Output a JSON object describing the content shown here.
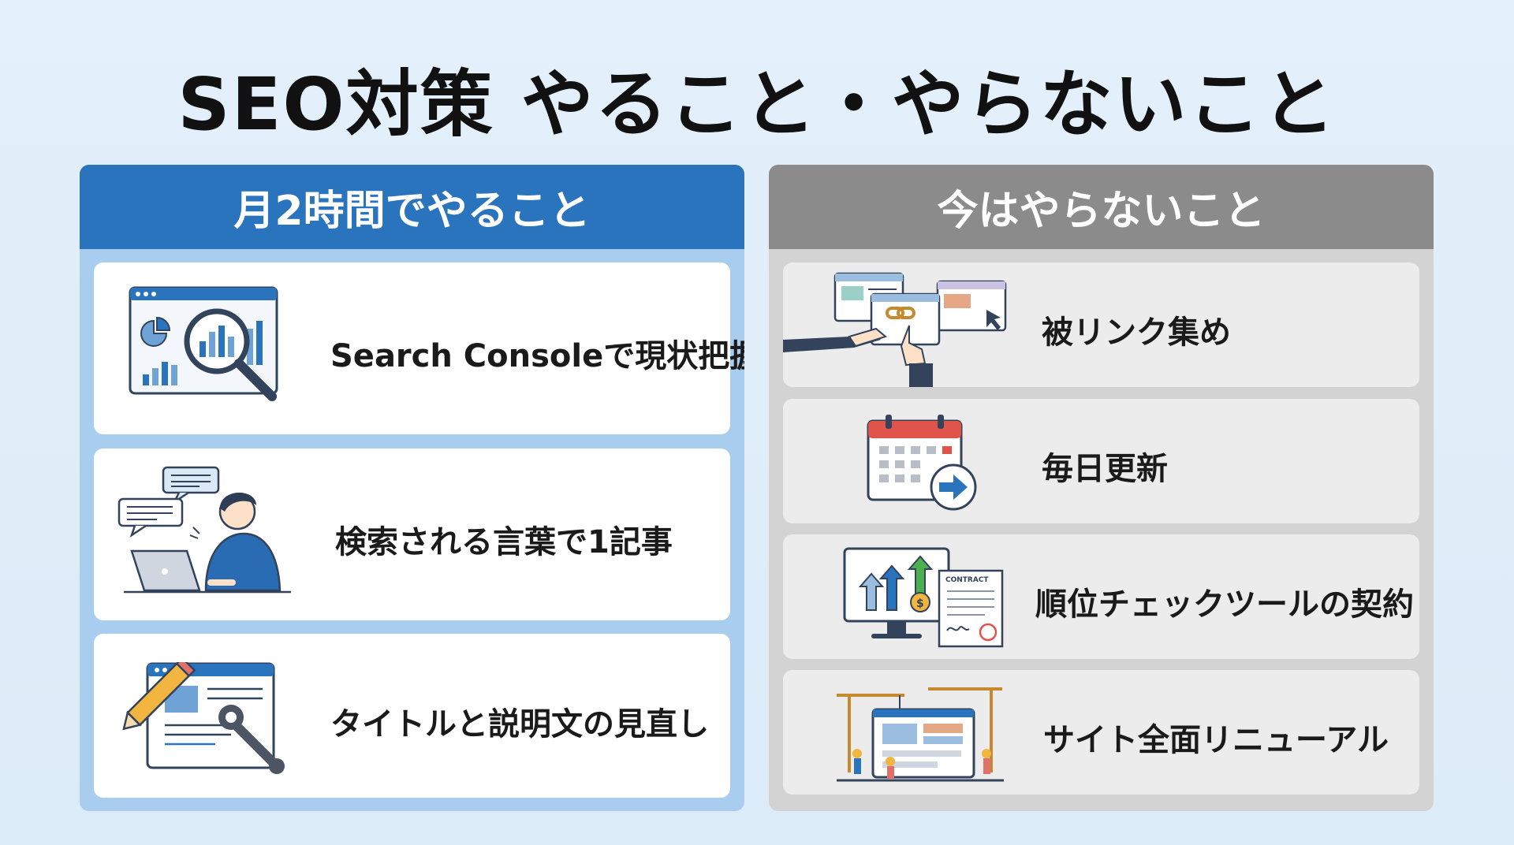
{
  "title": "SEO対策 やること・やらないこと",
  "do_panel": {
    "header": "月2時間でやること",
    "items": [
      {
        "label": "Search Consoleで現状把握",
        "icon": "analytics-magnifier-icon"
      },
      {
        "label": "検索される言葉で1記事",
        "icon": "person-laptop-icon"
      },
      {
        "label": "タイトルと説明文の見直し",
        "icon": "edit-wrench-icon"
      }
    ]
  },
  "dont_panel": {
    "header": "今はやらないこと",
    "items": [
      {
        "label": "被リンク集め",
        "icon": "link-building-icon"
      },
      {
        "label": "毎日更新",
        "icon": "calendar-arrow-icon"
      },
      {
        "label": "順位チェックツールの契約",
        "icon": "monitor-contract-icon",
        "contract_text": "CONTRACT"
      },
      {
        "label": "サイト全面リニューアル",
        "icon": "site-construction-icon"
      }
    ]
  },
  "colors": {
    "do_header": "#2a73bd",
    "do_panel_bg": "#a9cdef",
    "dont_header": "#8b8b8b",
    "dont_panel_bg": "#d3d3d3"
  }
}
